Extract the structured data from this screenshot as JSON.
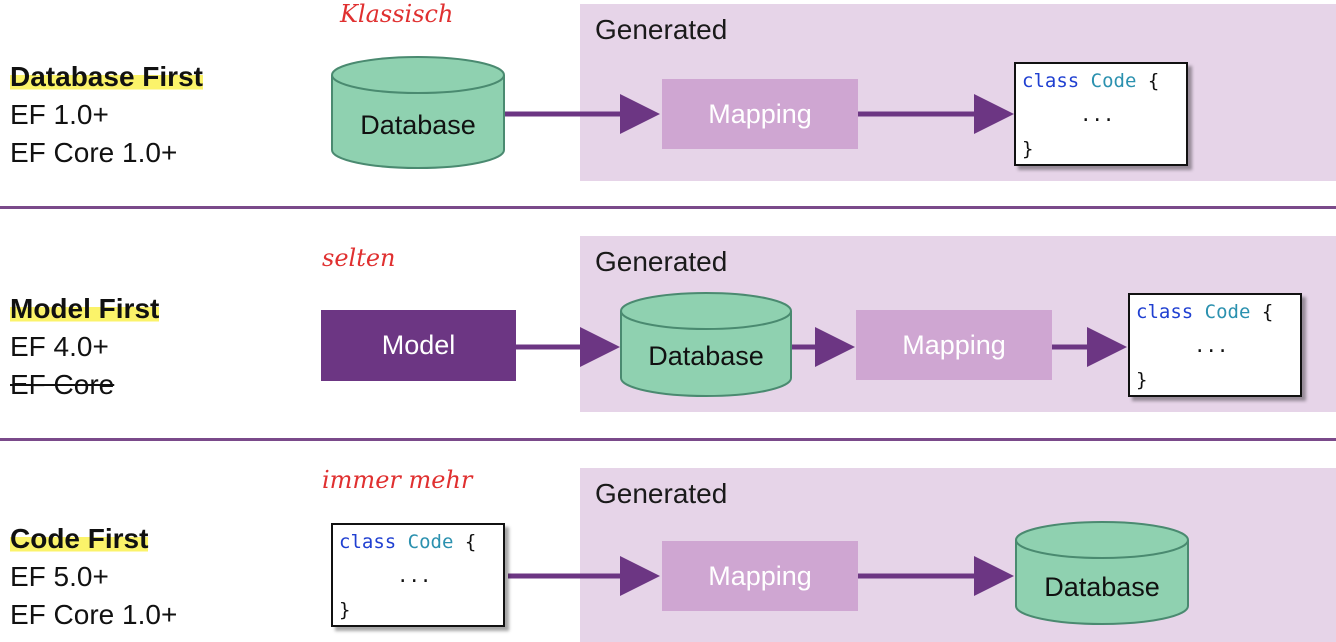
{
  "rows": [
    {
      "title": "Database First",
      "line1": "EF 1.0+",
      "line2": "EF Core 1.0+",
      "note": "Klassisch",
      "generated": "Generated",
      "source": "Database",
      "mapping": "Mapping",
      "code": {
        "kw": "class",
        "type": "Code",
        "brace": "{",
        "dots": "...",
        "close": "}"
      }
    },
    {
      "title": "Model First",
      "line1": "EF 4.0+",
      "line2": "EF Core",
      "line2_struck": true,
      "note": "selten",
      "generated": "Generated",
      "source": "Model",
      "database": "Database",
      "mapping": "Mapping",
      "code": {
        "kw": "class",
        "type": "Code",
        "brace": "{",
        "dots": "...",
        "close": "}"
      }
    },
    {
      "title": "Code First",
      "line1": "EF 5.0+",
      "line2": "EF Core 1.0+",
      "note": "immer mehr",
      "generated": "Generated",
      "mapping": "Mapping",
      "database": "Database",
      "code": {
        "kw": "class",
        "type": "Code",
        "brace": "{",
        "dots": "...",
        "close": "}"
      }
    }
  ],
  "colors": {
    "generated_panel": "#e6d4e8",
    "mapping_box": "#cfa6d2",
    "model_box": "#6c3683",
    "arrow": "#6c3683",
    "database_fill": "#8fd1b0",
    "database_stroke": "#4a8a70",
    "highlight": "#fbf36a",
    "note": "#e03030"
  }
}
